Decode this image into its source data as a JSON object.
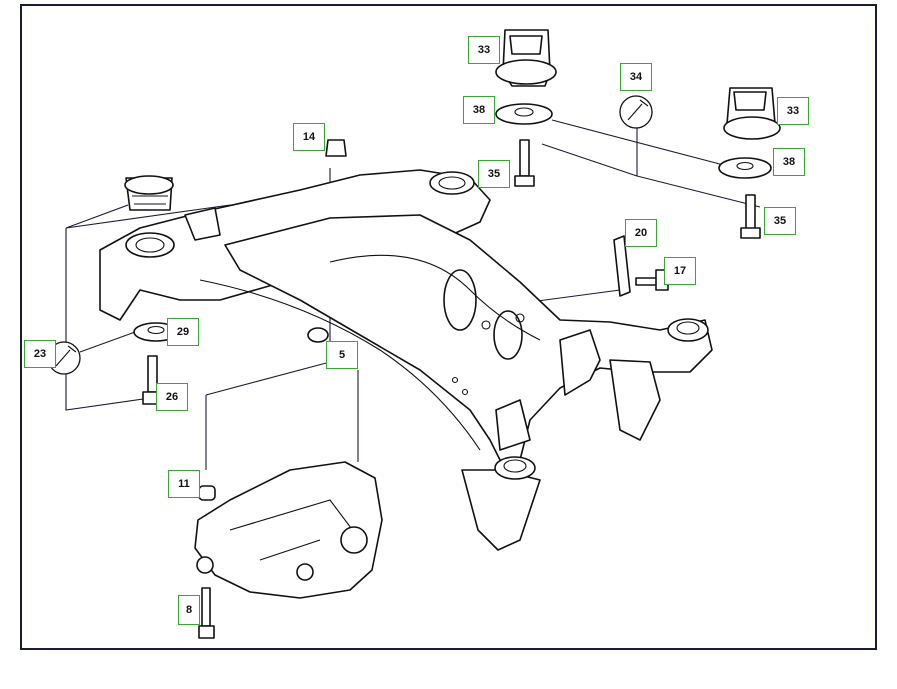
{
  "callouts": [
    {
      "id": "33a",
      "label": "33"
    },
    {
      "id": "33b",
      "label": "33"
    },
    {
      "id": "34",
      "label": "34"
    },
    {
      "id": "38a",
      "label": "38"
    },
    {
      "id": "38b",
      "label": "38"
    },
    {
      "id": "14",
      "label": "14"
    },
    {
      "id": "35a",
      "label": "35"
    },
    {
      "id": "35b",
      "label": "35"
    },
    {
      "id": "20",
      "label": "20"
    },
    {
      "id": "17",
      "label": "17"
    },
    {
      "id": "29",
      "label": "29"
    },
    {
      "id": "23",
      "label": "23"
    },
    {
      "id": "5",
      "label": "5"
    },
    {
      "id": "26",
      "label": "26"
    },
    {
      "id": "11",
      "label": "11"
    },
    {
      "id": "8",
      "label": "8"
    }
  ],
  "icons": [
    "wrench-icon",
    "wrench-icon"
  ],
  "colors": {
    "callout_border": "#3aa635",
    "frame_border": "#1a1a3a",
    "ink": "#111111"
  }
}
